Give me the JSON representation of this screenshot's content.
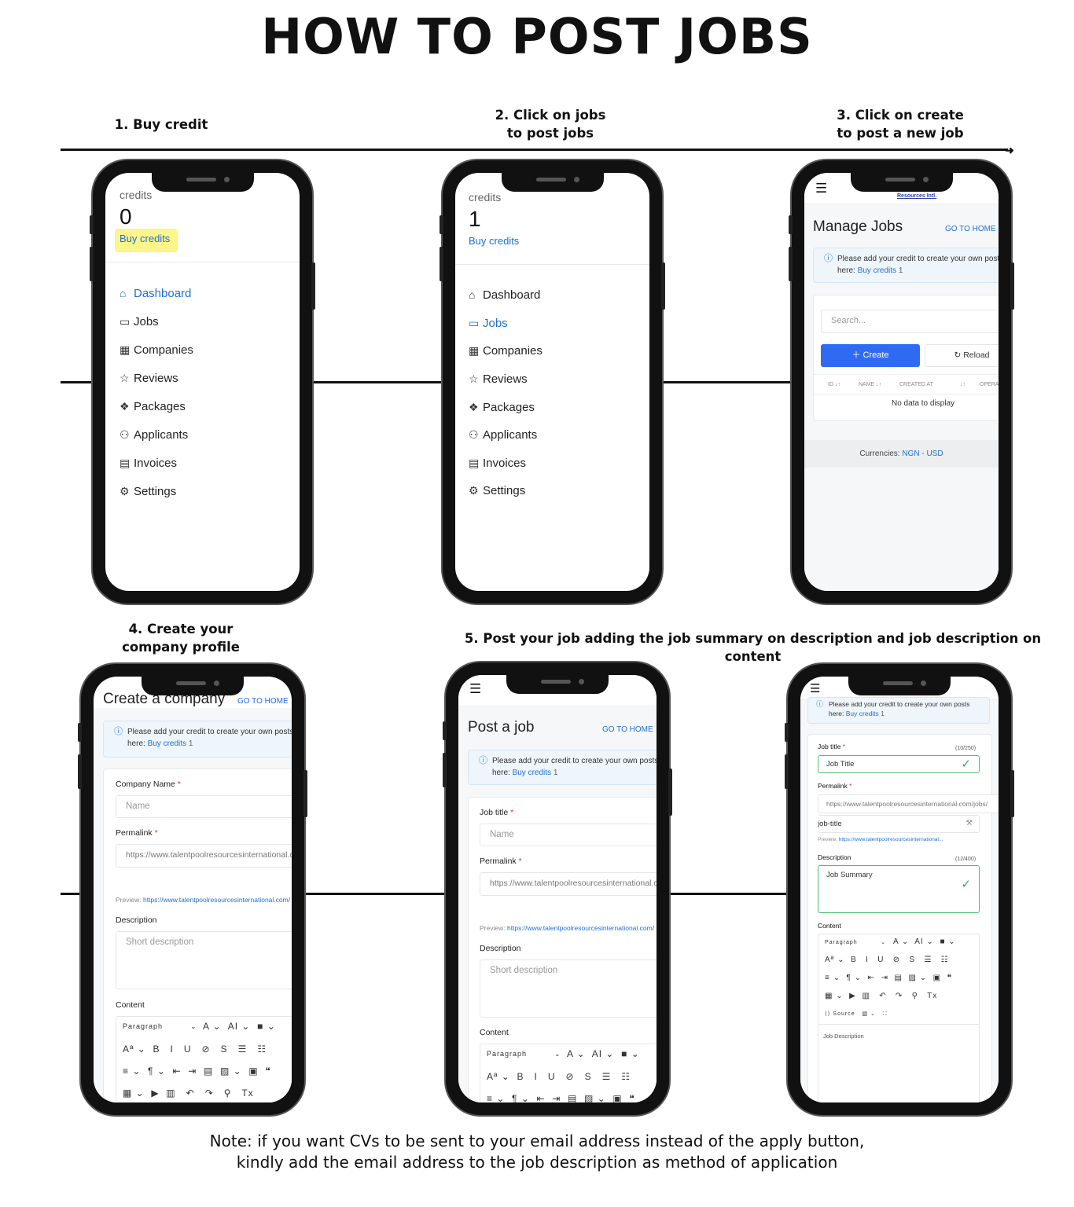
{
  "title": "HOW TO POST JOBS",
  "steps": {
    "s1": "1. Buy credit",
    "s2a": "2. Click on jobs",
    "s2b": "to post jobs",
    "s3a": "3. Click on create",
    "s3b": "to post a new job",
    "s4a": "4. Create your",
    "s4b": "company profile",
    "s5": "5. Post your job adding the job summary on description and job description on content"
  },
  "colors": {
    "accent": "#1f6fd6",
    "create_button": "#2f6bf2",
    "highlight": "#fbf58a",
    "valid": "#2eae4f"
  },
  "phone1": {
    "credits_label": "credits",
    "credits_value": "0",
    "buy_credits": "Buy credits",
    "menu": [
      "Dashboard",
      "Jobs",
      "Companies",
      "Reviews",
      "Packages",
      "Applicants",
      "Invoices",
      "Settings"
    ],
    "active": "Dashboard"
  },
  "phone2": {
    "credits_label": "credits",
    "credits_value": "1",
    "buy_credits": "Buy credits",
    "menu": [
      "Dashboard",
      "Jobs",
      "Companies",
      "Reviews",
      "Packages",
      "Applicants",
      "Invoices",
      "Settings"
    ],
    "active": "Jobs"
  },
  "phone3": {
    "logo": "Resources Intl.",
    "page_title": "Manage Jobs",
    "go_home": "GO TO HOME",
    "alert_line1": "Please add your credit to create your own posts",
    "alert_here": "here:",
    "alert_link": "Buy credits",
    "alert_count": "1",
    "search_placeholder": "Search...",
    "create": "Create",
    "reload": "Reload",
    "columns": [
      "ID ↓↑",
      "NAME ↓↑",
      "CREATED AT",
      "↓↑",
      "OPERATIONS"
    ],
    "empty": "No data to display",
    "currencies_label": "Currencies:",
    "currency_ngn": "NGN",
    "currency_sep": " - ",
    "currency_usd": "USD"
  },
  "phone4": {
    "page_title": "Create a company",
    "go_home": "GO TO HOME",
    "alert_line1": "Please add your credit to create your own posts",
    "alert_here": "here:",
    "alert_link": "Buy credits",
    "alert_count": "1",
    "company_name_label": "Company Name",
    "name_placeholder": "Name",
    "permalink_label": "Permalink",
    "permalink_value": "https://www.talentpoolresourcesinternational.com/",
    "preview_label": "Preview:",
    "preview_url": "https://www.talentpoolresourcesinternational.com/",
    "description_label": "Description",
    "description_placeholder": "Short description",
    "content_label": "Content"
  },
  "phone5": {
    "page_title": "Post a job",
    "go_home": "GO TO HOME",
    "alert_line1": "Please add your credit to create your own posts",
    "alert_here": "here:",
    "alert_link": "Buy credits",
    "alert_count": "1",
    "job_title_label": "Job title",
    "name_placeholder": "Name",
    "permalink_label": "Permalink",
    "permalink_value": "https://www.talentpoolresourcesinternational.com/",
    "preview_label": "Preview:",
    "preview_url": "https://www.talentpoolresourcesinternational.com/",
    "description_label": "Description",
    "description_placeholder": "Short description",
    "content_label": "Content"
  },
  "phone6": {
    "alert_line1": "Please add your credit to create your own posts",
    "alert_here": "here:",
    "alert_link": "Buy credits",
    "alert_count": "1",
    "job_title_label": "Job title",
    "job_title_count": "(10/250)",
    "job_title_value": "Job Title",
    "permalink_label": "Permalink",
    "permalink_value": "https://www.talentpoolresourcesinternational.com/jobs/",
    "slug_value": "job-title",
    "preview_label": "Preview:",
    "preview_url": "https://www.talentpoolresourcesinternational...",
    "description_label": "Description",
    "description_count": "(12/400)",
    "description_value": "Job Summary",
    "content_label": "Content",
    "content_value": "Job Description"
  },
  "editor": {
    "paragraph": "Paragraph",
    "row1": "A ⌄  AI ⌄  ■ ⌄",
    "row2": "Aª ⌄  B   I   U   ⊘   S   ☰   ☷",
    "row3": "≡ ⌄  ¶ ⌄  ⇤  ⇥  ▤  ▨ ⌄  ▣  ❝",
    "row4": "▦ ⌄  ▶  ▥   ↶   ↷   ⚲   Tx",
    "source": "Source"
  },
  "note": {
    "line1": "Note: if you want CVs to be sent to your email address instead of the apply button,",
    "line2": "kindly add the email address to the job description as method of application"
  }
}
